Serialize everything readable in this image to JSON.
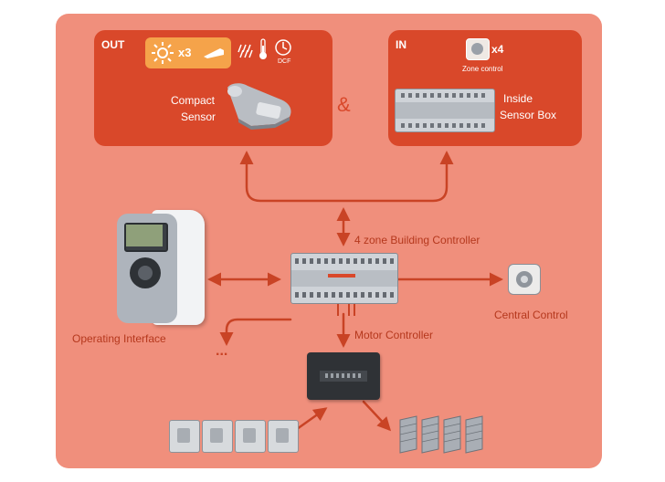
{
  "out": {
    "tag": "OUT",
    "badge_count": "x3",
    "dcf_label": "DCF",
    "sensor_label_1": "Compact",
    "sensor_label_2": "Sensor"
  },
  "in": {
    "tag": "IN",
    "zone_count": "x4",
    "zone_label": "Zone control",
    "box_label_1": "Inside",
    "box_label_2": "Sensor Box"
  },
  "ampersand": "&",
  "labels": {
    "building_controller": "4 zone Building Controller",
    "central_control": "Central Control",
    "operating_interface": "Operating Interface",
    "motor_controller": "Motor Controller",
    "ellipsis": "..."
  },
  "colors": {
    "panel": "#f08f7c",
    "box": "#d9482a",
    "accent": "#c94325",
    "badge": "#f5a34a"
  }
}
